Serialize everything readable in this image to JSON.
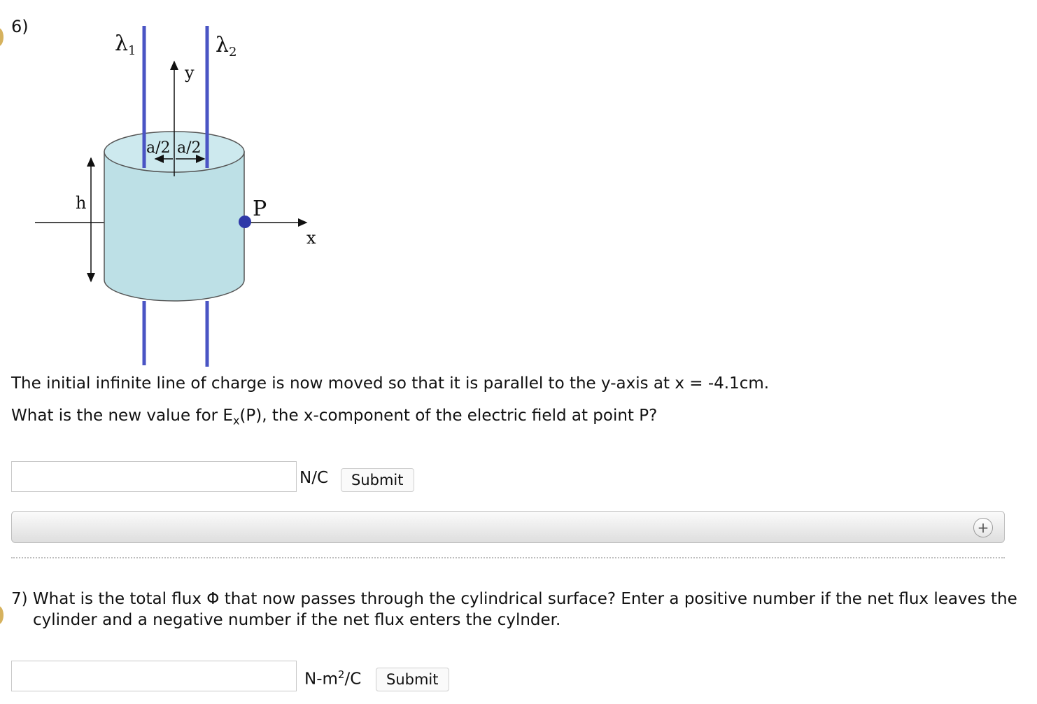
{
  "question6": {
    "number": "6)",
    "diagram": {
      "lambda1_label": "λ",
      "lambda1_sub": "1",
      "lambda2_label": "λ",
      "lambda2_sub": "2",
      "y_label": "y",
      "x_label": "x",
      "h_label": "h",
      "p_label": "P",
      "half_a_left": "a/2",
      "half_a_right": "a/2",
      "colors": {
        "line_charge": "#4a54c4",
        "cylinder_fill": "#bde0e6",
        "point_p": "#2f39a8"
      }
    },
    "text_line1": "The initial infinite line of charge is now moved so that it is parallel to the y-axis at x = -4.1cm.",
    "text_line2_prefix": "What is the new value for E",
    "text_line2_sub": "x",
    "text_line2_suffix": "(P), the x-component of the electric field at point P?",
    "answer_value": "",
    "unit": "N/C",
    "submit_label": "Submit",
    "hint_expand_icon": "plus-circle-icon"
  },
  "question7": {
    "number": "7)",
    "text": "What is the total flux Φ that now passes through the cylindrical surface? Enter a positive number if the net flux leaves the cylinder and a negative number if the net flux enters the cylnder.",
    "answer_value": "",
    "unit_prefix": "N-m",
    "unit_sup": "2",
    "unit_suffix": "/C",
    "submit_label": "Submit"
  }
}
